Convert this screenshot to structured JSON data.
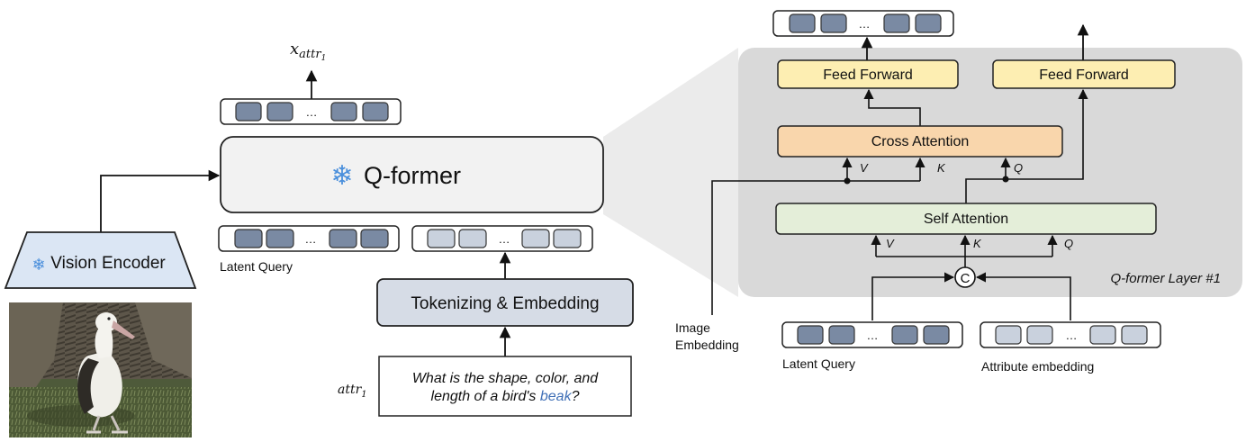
{
  "left": {
    "output_label": "x",
    "output_subscript": "attr",
    "output_subsub": "1",
    "qformer_label": "Q-former",
    "snowflake": "❄",
    "vision_encoder_label": "Vision Encoder",
    "latent_query_label": "Latent Query",
    "tokenizer_label": "Tokenizing & Embedding",
    "attr_label": "attr",
    "attr_subscript": "1",
    "question_line1": "What is the shape, color, and",
    "question_line2_prefix": "length of a bird's ",
    "question_highlight": "beak",
    "question_suffix": "?",
    "ellipsis": "…",
    "image_icon": "albatross-photo"
  },
  "right": {
    "feed_forward_left": "Feed Forward",
    "feed_forward_right": "Feed Forward",
    "cross_attention": "Cross Attention",
    "self_attention": "Self Attention",
    "layer_caption": "Q-former Layer #1",
    "concat_symbol": "C",
    "ca_v": "V",
    "ca_k": "K",
    "ca_q": "Q",
    "sa_v": "V",
    "sa_k": "K",
    "sa_q": "Q",
    "image_embedding_line1": "Image",
    "image_embedding_line2": "Embedding",
    "latent_query_label": "Latent Query",
    "attribute_embedding_label": "Attribute embedding",
    "ellipsis": "…"
  },
  "colors": {
    "dark_token": "#7a8aa3",
    "light_token": "#c9d1dd",
    "qformer_fill": "#f2f2f2",
    "vision_encoder_fill": "#dbe6f4",
    "tokenizer_fill": "#d6dce6",
    "layer_bg": "#d9d9d9",
    "feed_forward_fill": "#fdeeb2",
    "cross_attention_fill": "#f9d6ac",
    "self_attention_fill": "#e4eed9",
    "highlight_text": "#3f6fb6",
    "snowflake": "#4a8fdc"
  }
}
